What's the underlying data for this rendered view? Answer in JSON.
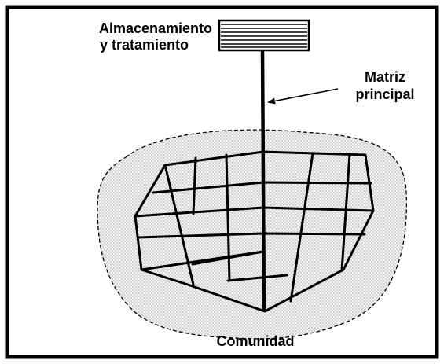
{
  "labels": {
    "storage_line1": "Almacenamiento",
    "storage_line2": "y tratamiento",
    "main_line1": "Matriz",
    "main_line2": "principal",
    "community": "Comunidad"
  },
  "colors": {
    "ink": "#000000",
    "background": "#ffffff",
    "stipple": "#9a9a9a",
    "stipple_bg": "#f2f2f2"
  }
}
